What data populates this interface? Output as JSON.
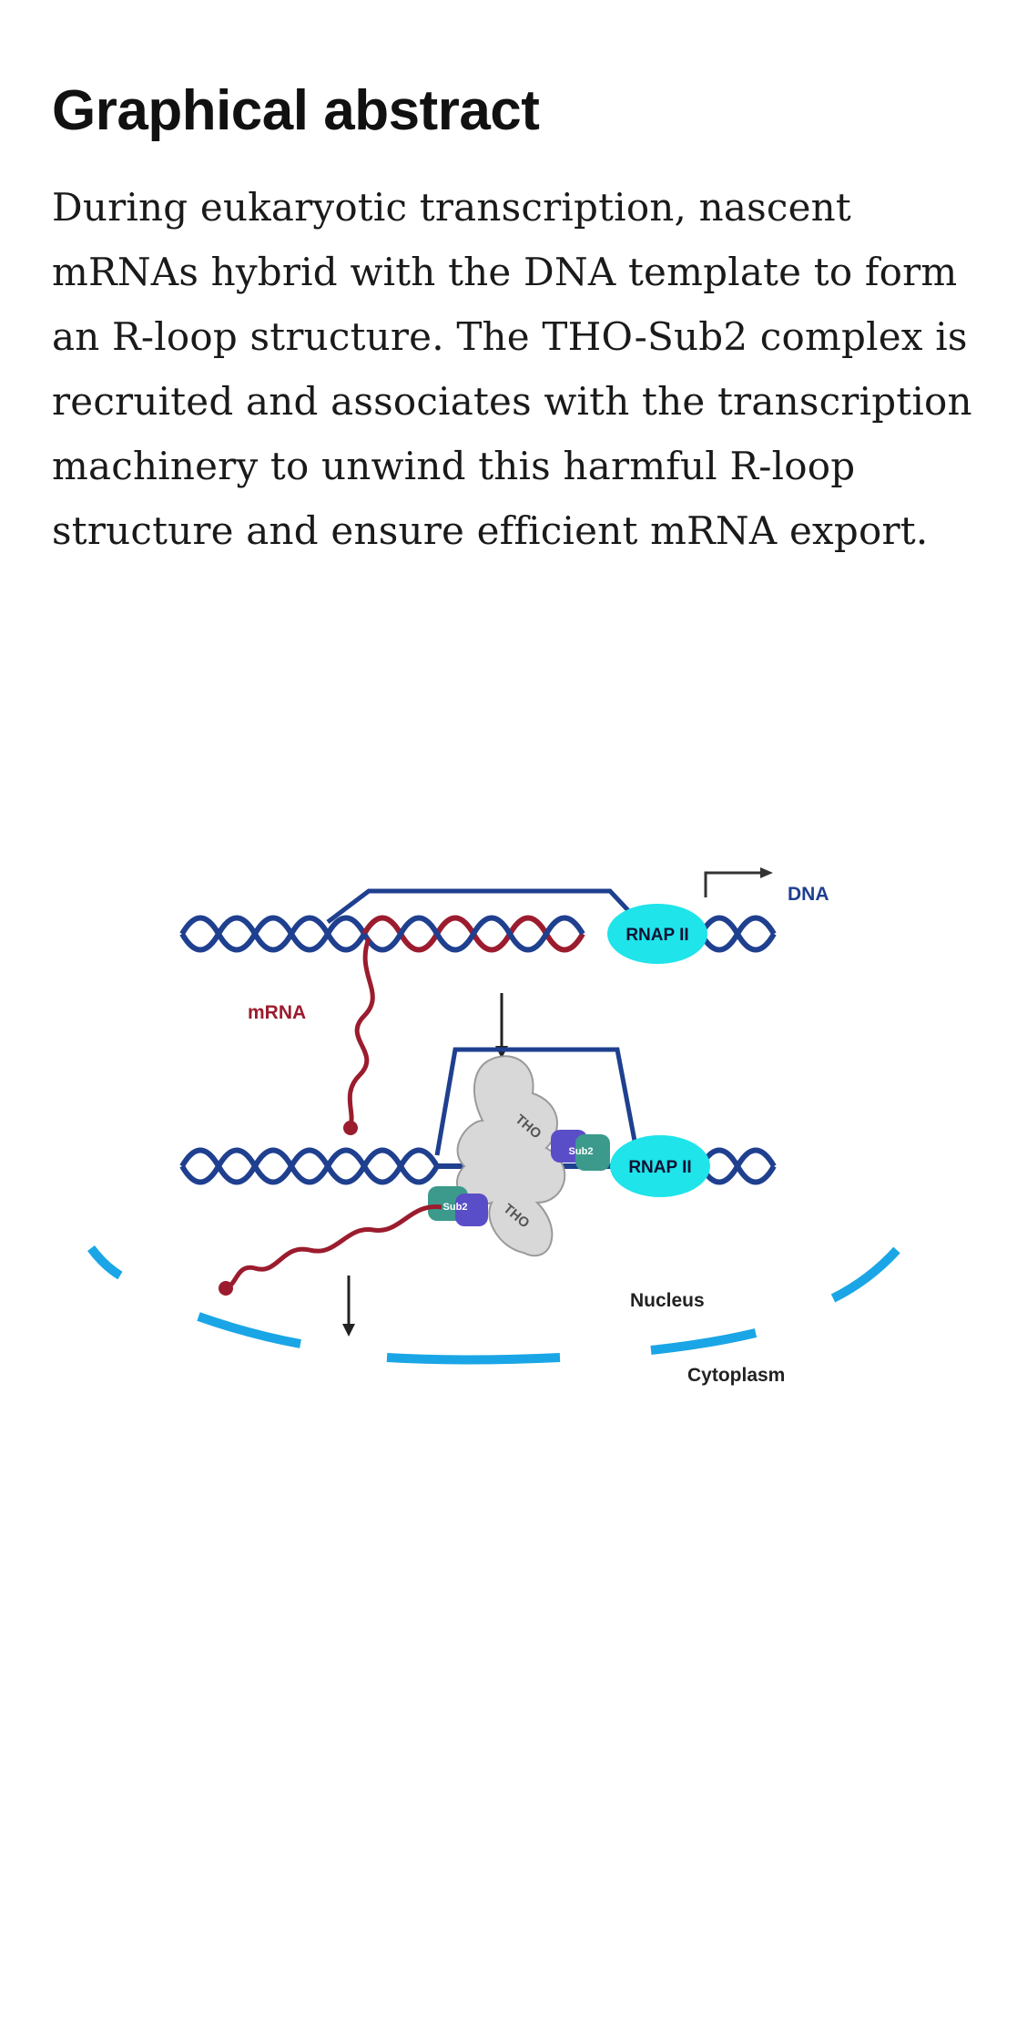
{
  "section": {
    "heading": "Graphical abstract",
    "body": "During eukaryotic transcription, nascent mRNAs hybrid with the DNA template to form an R-loop structure. The THO-Sub2 complex is recruited and associates with the transcription machinery to unwind this harmful R-loop structure and ensure efficient mRNA export."
  },
  "figure": {
    "labels": {
      "dna": "DNA",
      "rnap_top": "RNAP II",
      "rnap_bottom": "RNAP II",
      "mrna": "mRNA",
      "tho_left": "THO",
      "tho_right": "THO",
      "sub2_left": "Sub2",
      "sub2_right": "Sub2",
      "nucleus": "Nucleus",
      "cytoplasm": "Cytoplasm"
    },
    "colors": {
      "dna_strand": "#1f3f8f",
      "rna_strand": "#9b1c2e",
      "rnap": "#1fe4ea",
      "membrane": "#1aa6e6",
      "tho": "#d8d8d8",
      "sub2": "#3c9a8c",
      "sub2_inner": "#5a4ec8"
    }
  }
}
